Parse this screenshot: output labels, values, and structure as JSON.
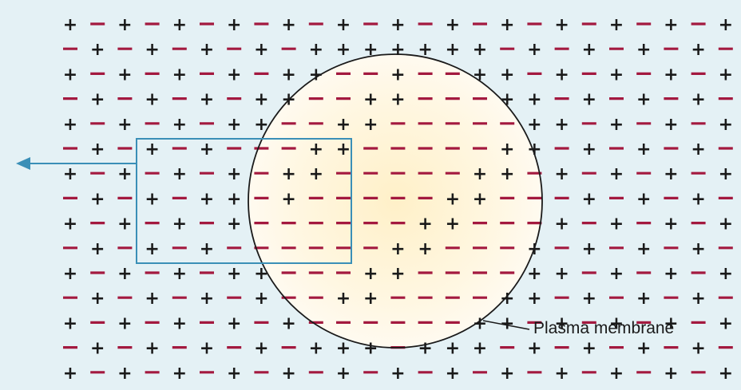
{
  "diagram": {
    "membrane_label": "Plasma membrane",
    "colors": {
      "background": "#e4f1f5",
      "cell_interior": "#fff5dc",
      "membrane": "#1a1a1a",
      "positive_charge": "#1a1a1a",
      "negative_charge": "#a3193f",
      "zoom_box": "#3a8fb7",
      "arrow": "#3a8fb7"
    },
    "icons": {
      "positive_charge": "plus-sign",
      "negative_charge": "minus-sign",
      "zoom_arrow": "left-arrow"
    }
  }
}
